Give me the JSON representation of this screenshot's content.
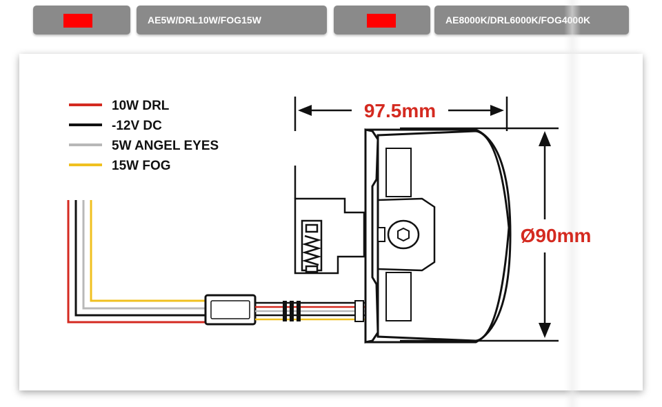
{
  "header": {
    "tabs": [
      {
        "label": "",
        "swatch_color": "#ff0000"
      },
      {
        "label": "AE5W/DRL10W/FOG15W"
      },
      {
        "label": "",
        "swatch_color": "#ff0000"
      },
      {
        "label": "AE8000K/DRL6000K/FOG4000K"
      }
    ]
  },
  "legend": [
    {
      "label": "10W DRL",
      "color": "#d42a20"
    },
    {
      "label": "-12V DC",
      "color": "#111111"
    },
    {
      "label": "5W ANGEL EYES",
      "color": "#b8b8b8"
    },
    {
      "label": "15W FOG",
      "color": "#f0c020"
    }
  ],
  "dimensions": {
    "length": "97.5mm",
    "diameter": "Ø90mm",
    "color": "#d42a20"
  }
}
